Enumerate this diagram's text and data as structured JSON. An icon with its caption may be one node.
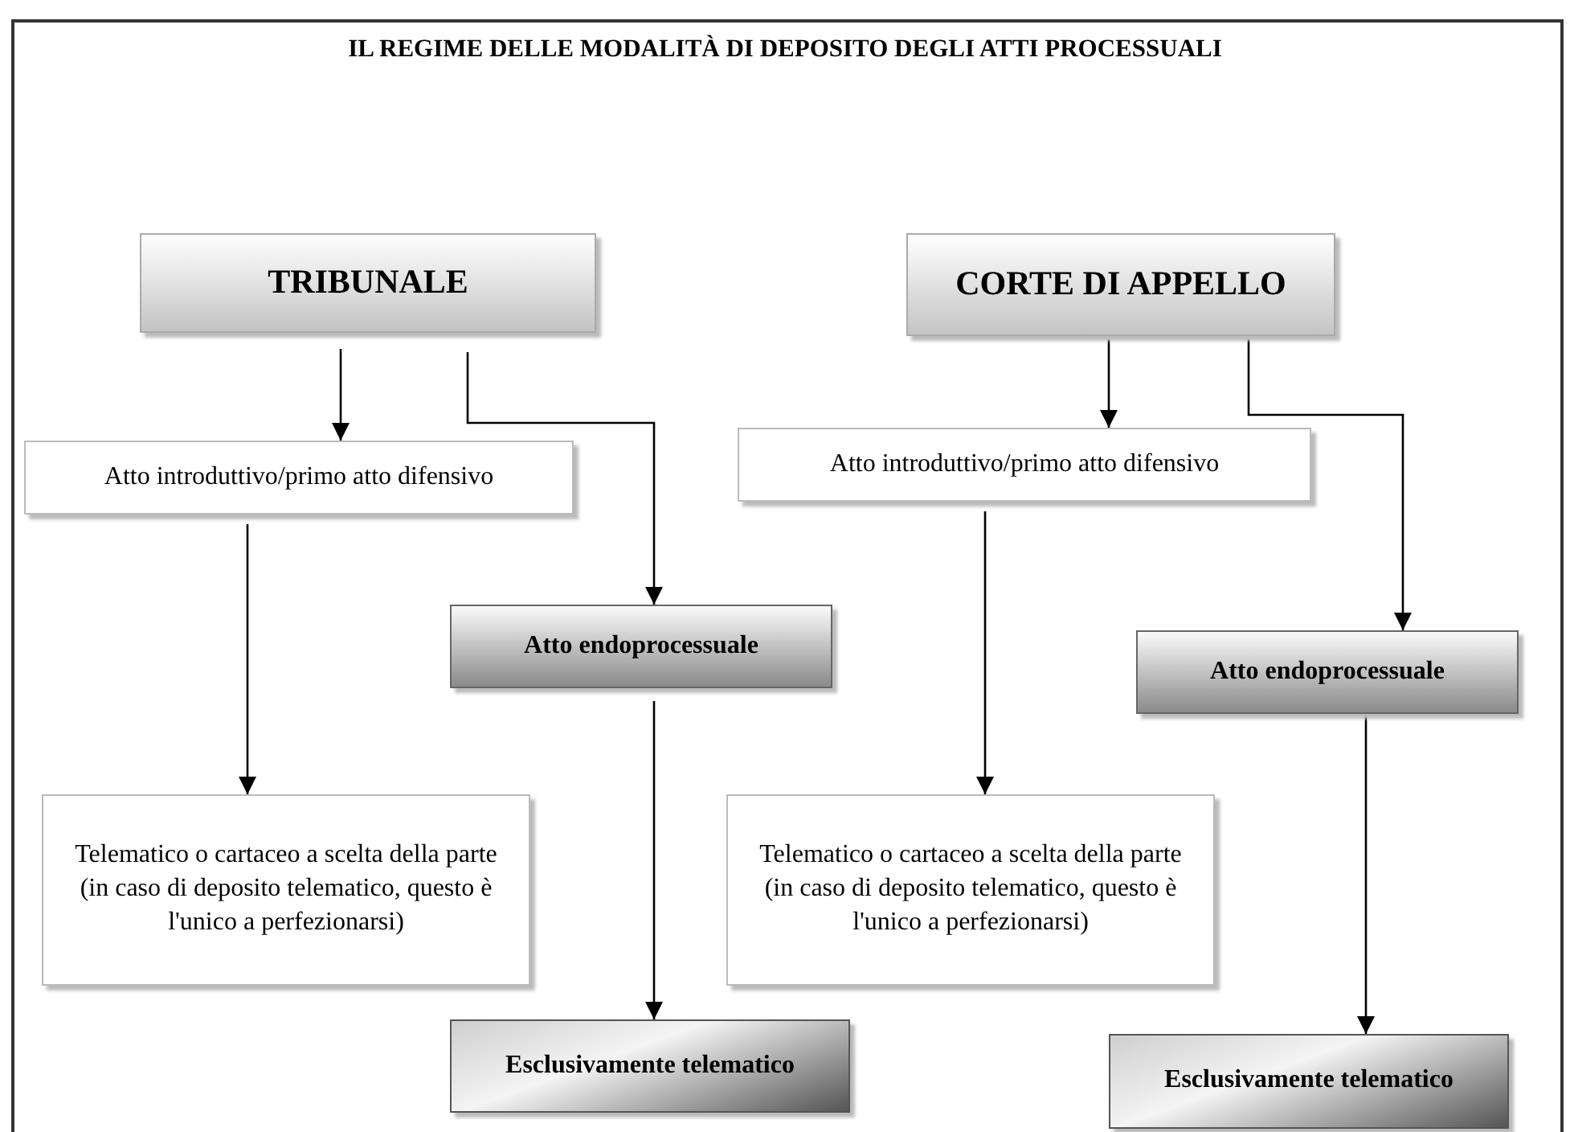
{
  "diagram": {
    "title": "IL REGIME DELLE MODALITÀ DI DEPOSITO DEGLI ATTI PROCESSUALI",
    "nodes": [
      {
        "text": [
          "TRIBUNALE"
        ]
      },
      {
        "text": [
          "CORTE DI APPELLO"
        ]
      },
      {
        "text": [
          "Atto introduttivo/primo atto difensivo"
        ]
      },
      {
        "text": [
          "Atto introduttivo/primo atto difensivo"
        ]
      },
      {
        "text": [
          "Atto endoprocessuale"
        ]
      },
      {
        "text": [
          "Atto endoprocessuale"
        ]
      },
      {
        "text": [
          "Telematico o cartaceo a scelta della parte (in caso di deposito telematico, questo è l'unico a perfezionarsi)"
        ]
      },
      {
        "text": [
          "Telematico o cartaceo a scelta della parte (in caso di deposito telematico, questo è l'unico a perfezionarsi)"
        ]
      },
      {
        "text": [
          "Esclusivamente telematico"
        ]
      },
      {
        "text": [
          "Esclusivamente telematico"
        ]
      }
    ],
    "edges": [
      {
        "from": 0,
        "to": 2,
        "arrow": "to"
      },
      {
        "from": 0,
        "to": 4,
        "arrow": "to"
      },
      {
        "from": 2,
        "to": 6,
        "arrow": "to"
      },
      {
        "from": 4,
        "to": 8,
        "arrow": "to"
      },
      {
        "from": 1,
        "to": 3,
        "arrow": "to"
      },
      {
        "from": 1,
        "to": 5,
        "arrow": "to"
      },
      {
        "from": 3,
        "to": 7,
        "arrow": "to"
      },
      {
        "from": 5,
        "to": 9,
        "arrow": "to"
      }
    ]
  }
}
